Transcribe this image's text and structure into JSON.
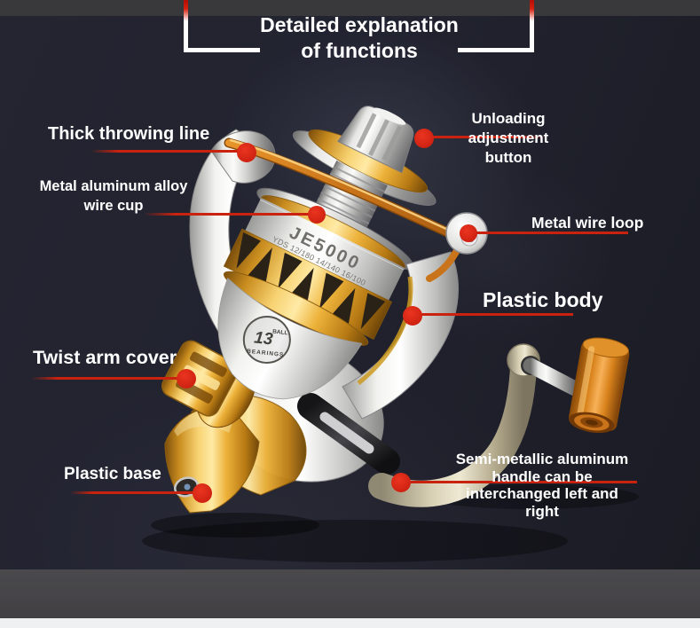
{
  "header": {
    "title_line1": "Detailed explanation",
    "title_line2": "of functions"
  },
  "callouts": {
    "thick_throwing_line": {
      "label": "Thick throwing line"
    },
    "metal_wire_cup": {
      "line1": "Metal aluminum alloy",
      "line2": "wire cup"
    },
    "unloading_button": {
      "line1": "Unloading adjustment",
      "line2": "button"
    },
    "metal_wire_loop": {
      "label": "Metal wire loop"
    },
    "plastic_body": {
      "label": "Plastic body"
    },
    "twist_arm_cover": {
      "label": "Twist arm cover"
    },
    "plastic_base": {
      "label": "Plastic base"
    },
    "handle": {
      "line1": "Semi-metallic aluminum",
      "line2": "handle can be",
      "line3": "interchanged left and",
      "line4": "right"
    }
  },
  "product": {
    "model": "JE5000",
    "line_capacity": "YDS 12/180 14/140 16/100",
    "badge_number": "13",
    "badge_word1": "BALL",
    "badge_word2": "BEARINGS"
  },
  "colors": {
    "accent_red": "#c9220f",
    "dot_red": "#d62014",
    "gold": "#e2a02c",
    "orange_knob": "#d9831c",
    "silver": "#d6d6d4",
    "background_dark": "#22232c"
  }
}
